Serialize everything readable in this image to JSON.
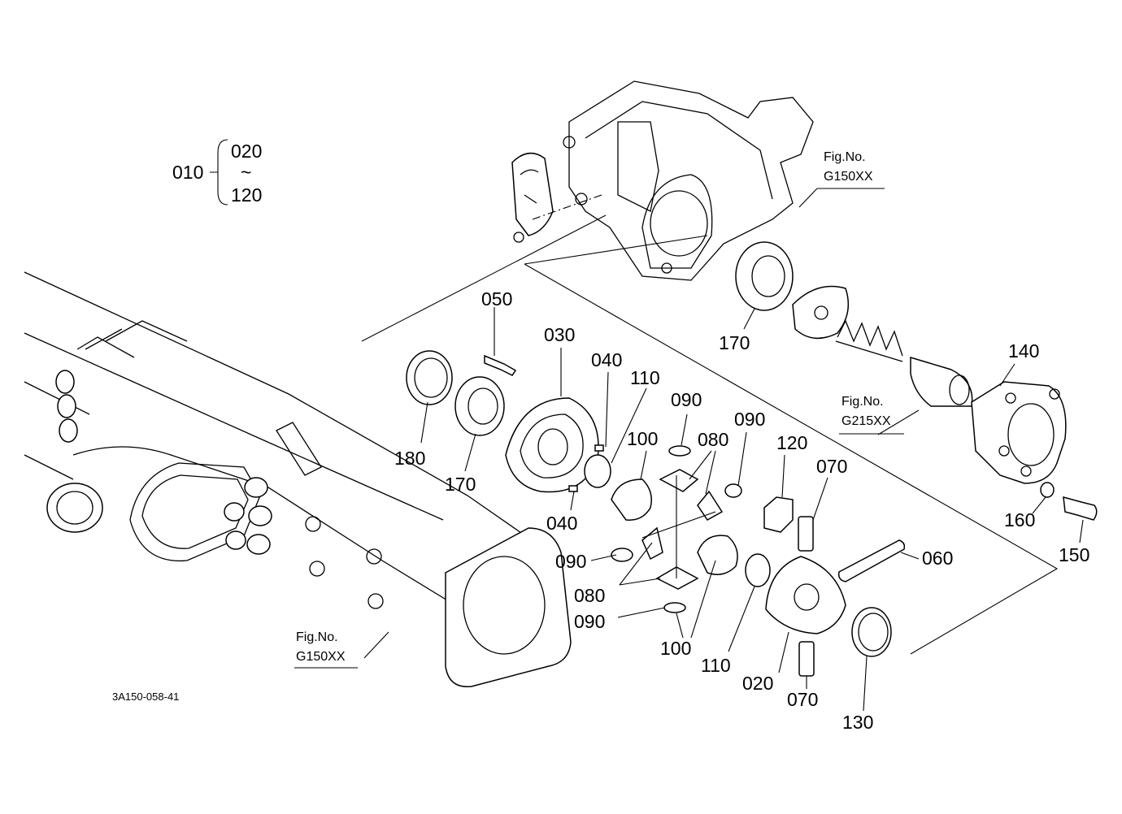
{
  "diagram": {
    "assembly": {
      "id": "010",
      "range_start": "020",
      "range_tilde": "~",
      "range_end": "120"
    },
    "figure_refs": [
      {
        "prefix": "Fig.No.",
        "code": "G150XX"
      },
      {
        "prefix": "Fig.No.",
        "code": "G215XX"
      },
      {
        "prefix": "Fig.No.",
        "code": "G150XX"
      }
    ],
    "drawing_code": "3A150-058-41",
    "part_labels": [
      "170",
      "050",
      "030",
      "040",
      "110",
      "090",
      "100",
      "080",
      "090",
      "120",
      "070",
      "140",
      "180",
      "170",
      "040",
      "090",
      "080",
      "090",
      "100",
      "110",
      "020",
      "070",
      "130",
      "060",
      "160",
      "150"
    ]
  }
}
